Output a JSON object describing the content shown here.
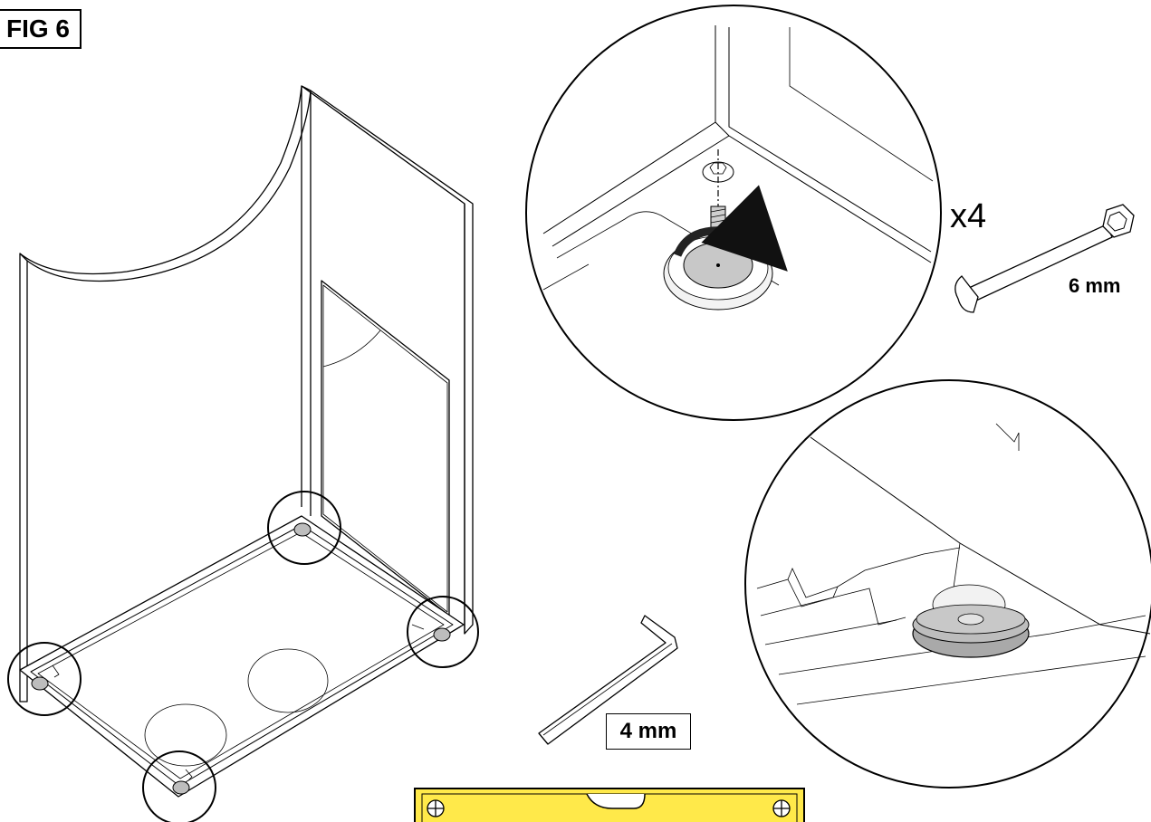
{
  "figure": {
    "label": "FIG 6"
  },
  "detail": {
    "quantity": "x4"
  },
  "tools": {
    "wrench_size": "6 mm",
    "hex_key_size": "4 mm"
  },
  "icons": [
    "cabinet",
    "adjustable-foot",
    "wrench-icon",
    "hex-key-icon",
    "spirit-level-icon",
    "rotate-arrow-icon"
  ],
  "colors": {
    "level_body": "#ffe94a",
    "foot_fill": "#bdbdbd",
    "line": "#000000"
  }
}
